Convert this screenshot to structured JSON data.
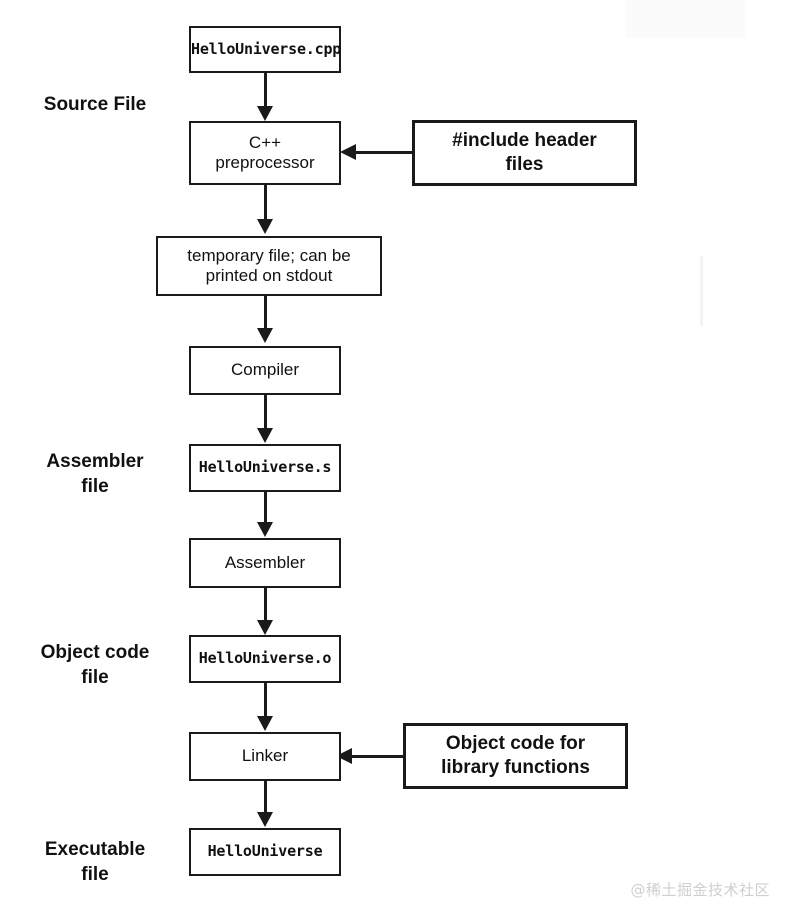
{
  "diagram": {
    "title": "C++ compilation pipeline",
    "background_color": "#ffffff",
    "stroke_color": "#1a1a1a"
  },
  "captions": [
    {
      "id": "source-file",
      "text": "Source File"
    },
    {
      "id": "assembler-file",
      "text": "Assembler\nfile"
    },
    {
      "id": "object-code-file",
      "text": "Object code\nfile"
    },
    {
      "id": "executable-file",
      "text": "Executable\nfile"
    }
  ],
  "nodes": [
    {
      "id": "hellouniverse-cpp",
      "label": "HelloUniverse.cpp",
      "style": "mono"
    },
    {
      "id": "cpp-preprocessor",
      "label": "C++\npreprocessor",
      "style": "plain"
    },
    {
      "id": "include-header-files",
      "label": "#include header\nfiles",
      "style": "strong"
    },
    {
      "id": "temporary-file",
      "label": "temporary file; can be\nprinted on stdout",
      "style": "plain"
    },
    {
      "id": "compiler",
      "label": "Compiler",
      "style": "plain"
    },
    {
      "id": "hellouniverse-s",
      "label": "HelloUniverse.s",
      "style": "mono"
    },
    {
      "id": "assembler",
      "label": "Assembler",
      "style": "plain"
    },
    {
      "id": "hellouniverse-o",
      "label": "HelloUniverse.o",
      "style": "mono"
    },
    {
      "id": "linker",
      "label": "Linker",
      "style": "plain"
    },
    {
      "id": "object-code-for-library-functions",
      "label": "Object code for\nlibrary functions",
      "style": "strong"
    },
    {
      "id": "hellouniverse",
      "label": "HelloUniverse",
      "style": "mono"
    }
  ],
  "edges": [
    {
      "from": "hellouniverse-cpp",
      "to": "cpp-preprocessor",
      "direction": "down"
    },
    {
      "from": "include-header-files",
      "to": "cpp-preprocessor",
      "direction": "left"
    },
    {
      "from": "cpp-preprocessor",
      "to": "temporary-file",
      "direction": "down"
    },
    {
      "from": "temporary-file",
      "to": "compiler",
      "direction": "down"
    },
    {
      "from": "compiler",
      "to": "hellouniverse-s",
      "direction": "down"
    },
    {
      "from": "hellouniverse-s",
      "to": "assembler",
      "direction": "down"
    },
    {
      "from": "assembler",
      "to": "hellouniverse-o",
      "direction": "down"
    },
    {
      "from": "hellouniverse-o",
      "to": "linker",
      "direction": "down"
    },
    {
      "from": "object-code-for-library-functions",
      "to": "linker",
      "direction": "left"
    },
    {
      "from": "linker",
      "to": "hellouniverse",
      "direction": "down"
    }
  ],
  "watermark": {
    "text": "@稀土掘金技术社区",
    "color": "#cfcfcf"
  }
}
